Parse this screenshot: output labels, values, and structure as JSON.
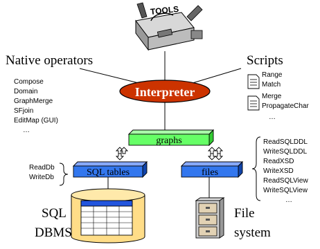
{
  "toolbox": {
    "label": "TOOLS"
  },
  "native_operators": {
    "heading": "Native operators",
    "items": [
      "Compose",
      "Domain",
      "GraphMerge",
      "SFjoin",
      "EditMap (GUI)",
      "…"
    ]
  },
  "scripts": {
    "heading": "Scripts",
    "items": [
      "Range",
      "Match",
      "Merge",
      "PropagateChar",
      "…"
    ]
  },
  "interpreter": {
    "label": "Interpreter",
    "fill": "#cc3300"
  },
  "graphs": {
    "label": "graphs",
    "fill": "#66ff66"
  },
  "sql_tables": {
    "label": "SQL tables",
    "fill": "#3377ee"
  },
  "files": {
    "label": "files",
    "fill": "#3377ee"
  },
  "db_ops": [
    "ReadDb",
    "WriteDb"
  ],
  "file_ops": [
    "ReadSQLDDL",
    "WriteSQLDDL",
    "ReadXSD",
    "WriteXSD",
    "ReadSQLView",
    "WriteSQLView",
    "…"
  ],
  "sql_dbms": {
    "line1": "SQL",
    "line2": "DBMS",
    "fill": "#ffdd88"
  },
  "file_system": {
    "line1": "File",
    "line2": "system"
  }
}
